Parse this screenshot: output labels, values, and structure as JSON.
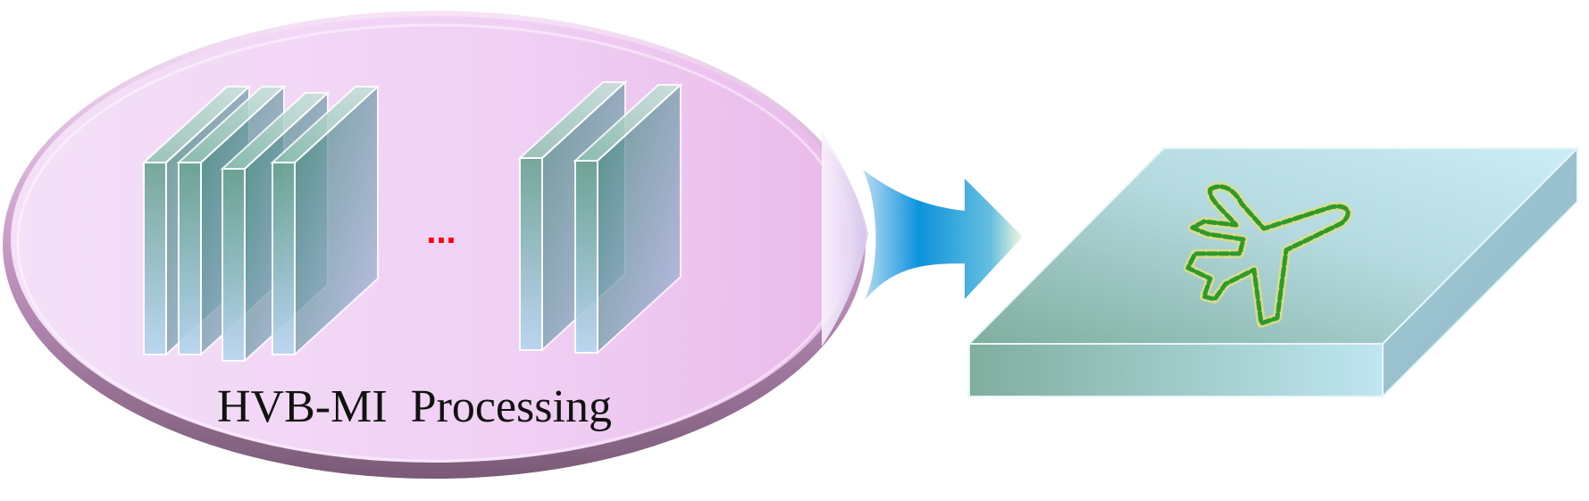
{
  "caption": "HVB-MI  Processing",
  "ellipsis": "...",
  "icons": {
    "left_group": "stacked-frames",
    "right_group": "stacked-frames",
    "arrow": "right-arrow",
    "output": "airplane-outline"
  },
  "colors": {
    "ellipse_fill": "#f0d0f2",
    "ellipse_rim": "#9a7496",
    "frame_top": "#5f9f90",
    "frame_bottom": "#aacde9",
    "ellipsis": "#ff0000",
    "arrow": "#1aa0dc",
    "slab_top": "#9cc4b8",
    "slab_light": "#c5ecf5",
    "airplane_outline": "#2f9a2c",
    "airplane_glow": "#dedd86"
  }
}
